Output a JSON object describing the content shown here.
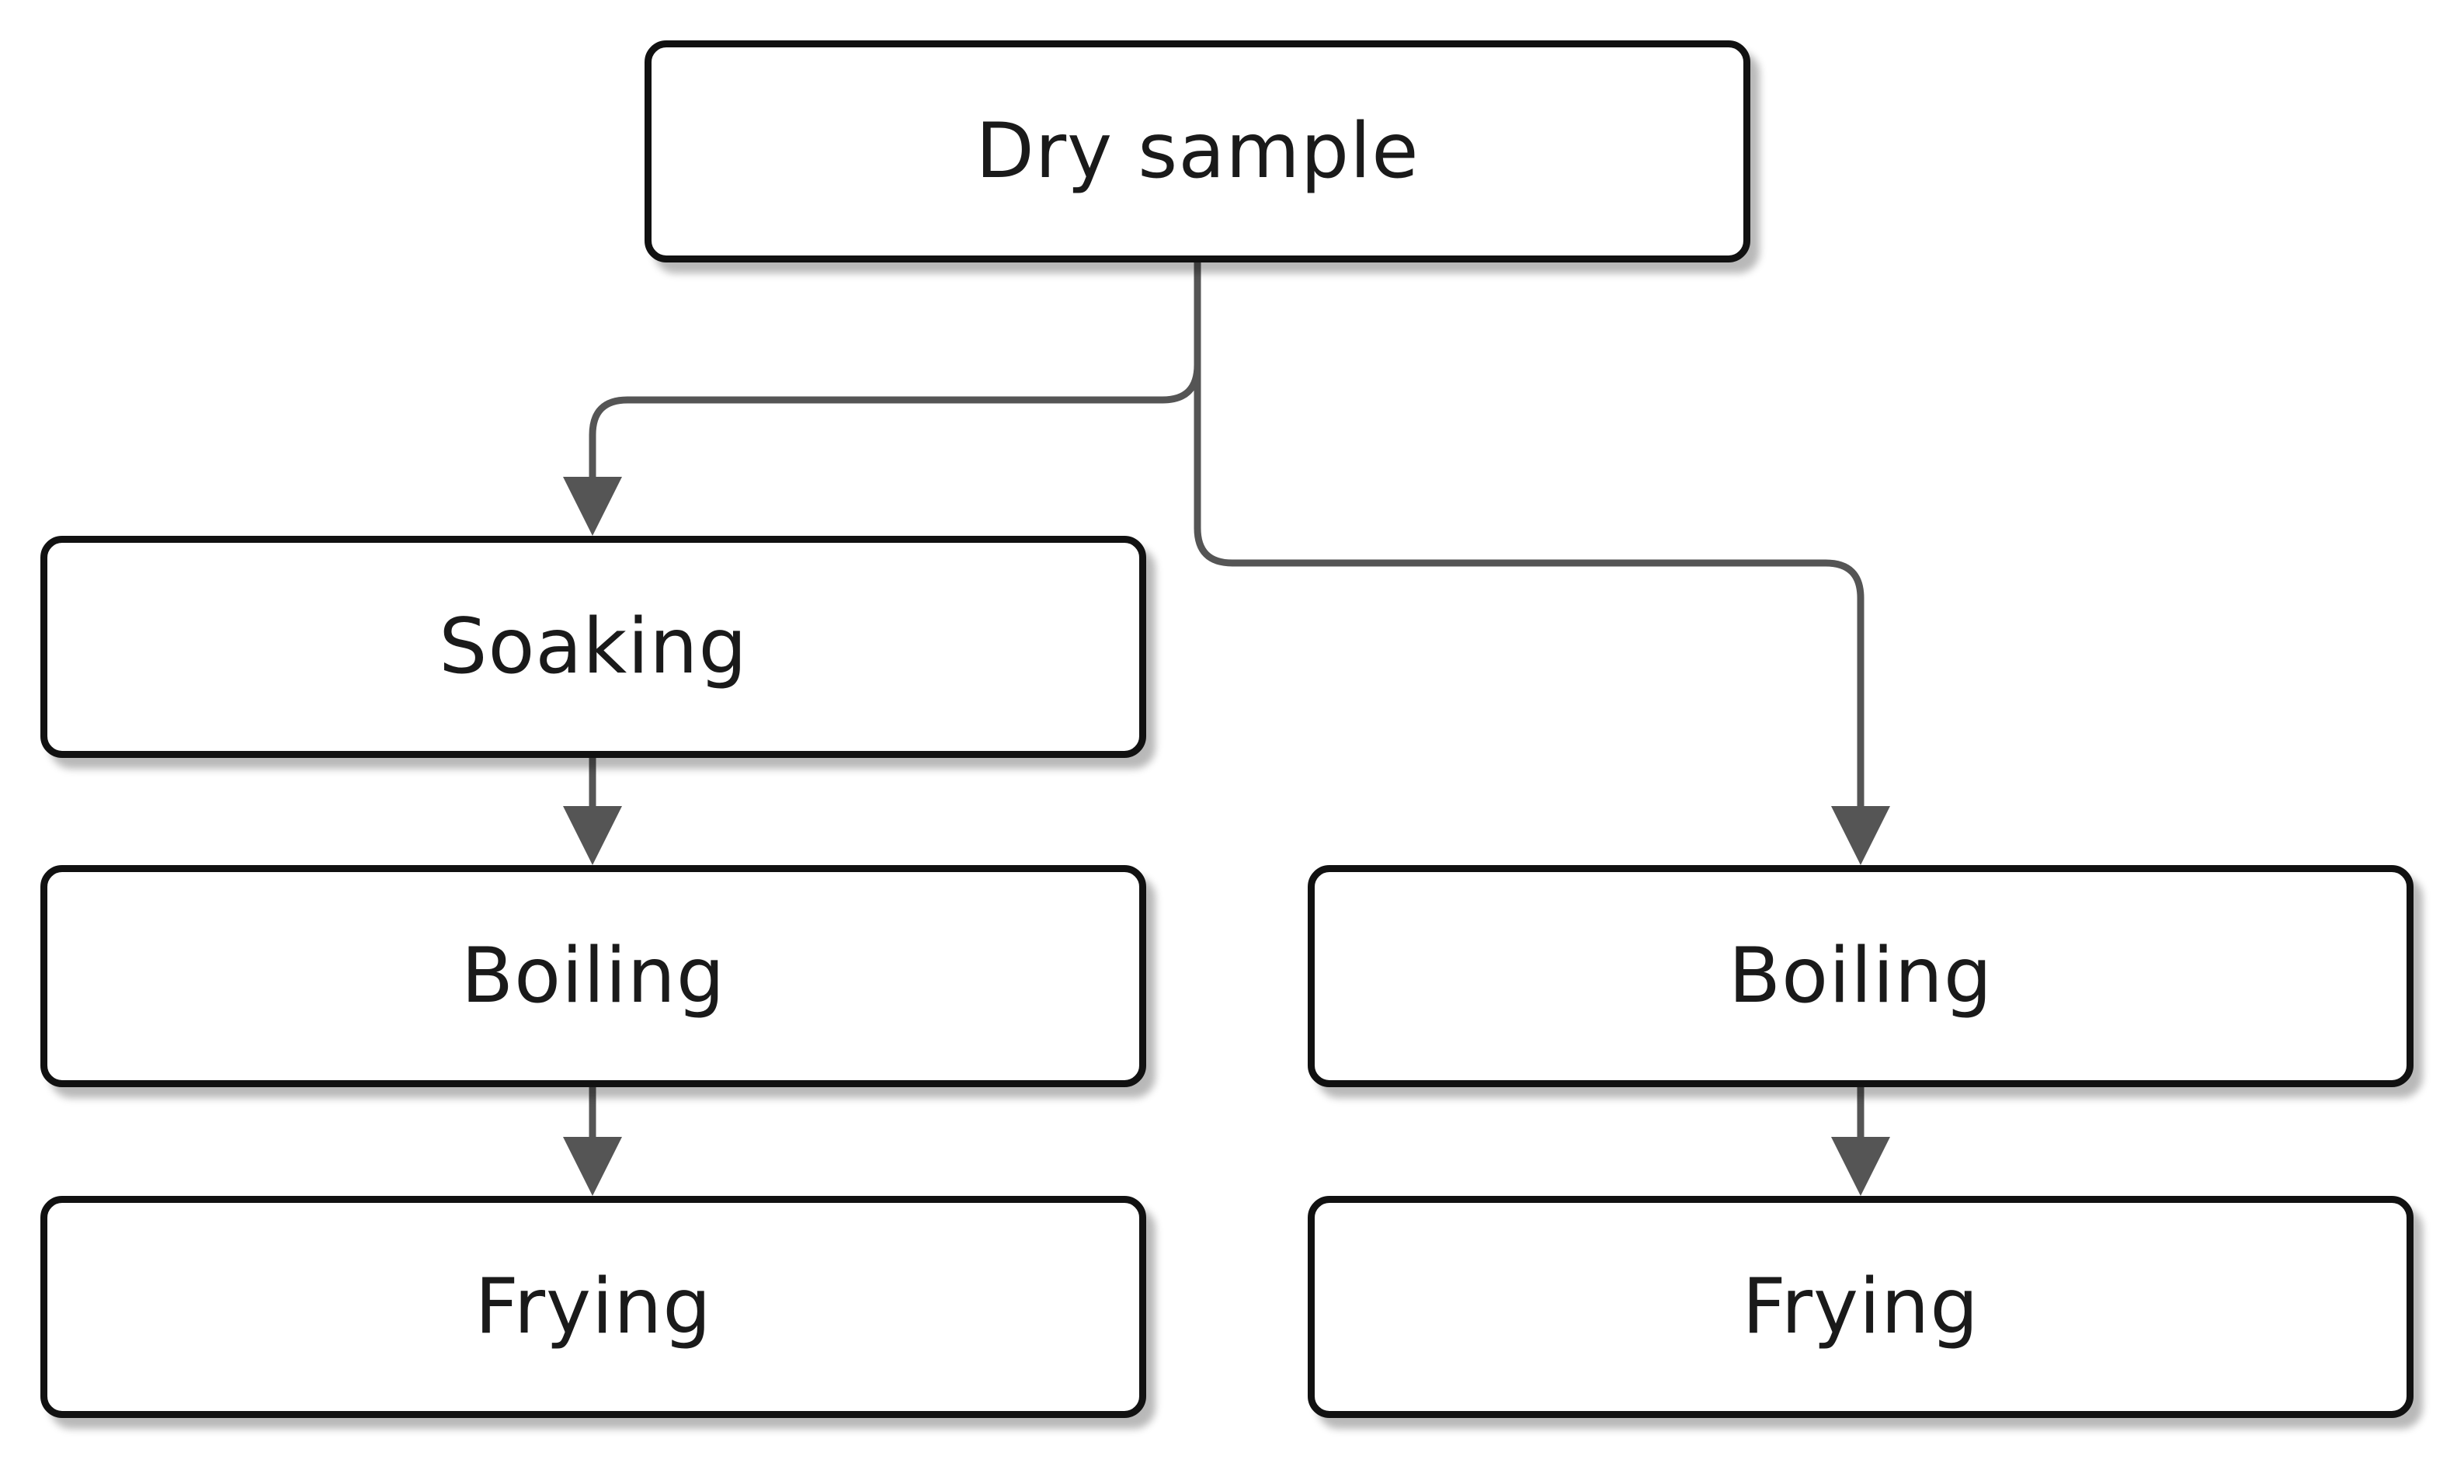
{
  "diagram": {
    "nodes": {
      "dry_sample": "Dry sample",
      "soaking": "Soaking",
      "boiling_left": "Boiling",
      "frying_left": "Frying",
      "boiling_right": "Boiling",
      "frying_right": "Frying"
    },
    "edges": [
      {
        "from": "dry_sample",
        "to": "soaking"
      },
      {
        "from": "dry_sample",
        "to": "boiling_right"
      },
      {
        "from": "soaking",
        "to": "boiling_left"
      },
      {
        "from": "boiling_left",
        "to": "frying_left"
      },
      {
        "from": "boiling_right",
        "to": "frying_right"
      }
    ],
    "colors": {
      "box_border": "#111111",
      "connector": "#555555",
      "text": "#1a1a1a",
      "background": "#ffffff"
    }
  }
}
